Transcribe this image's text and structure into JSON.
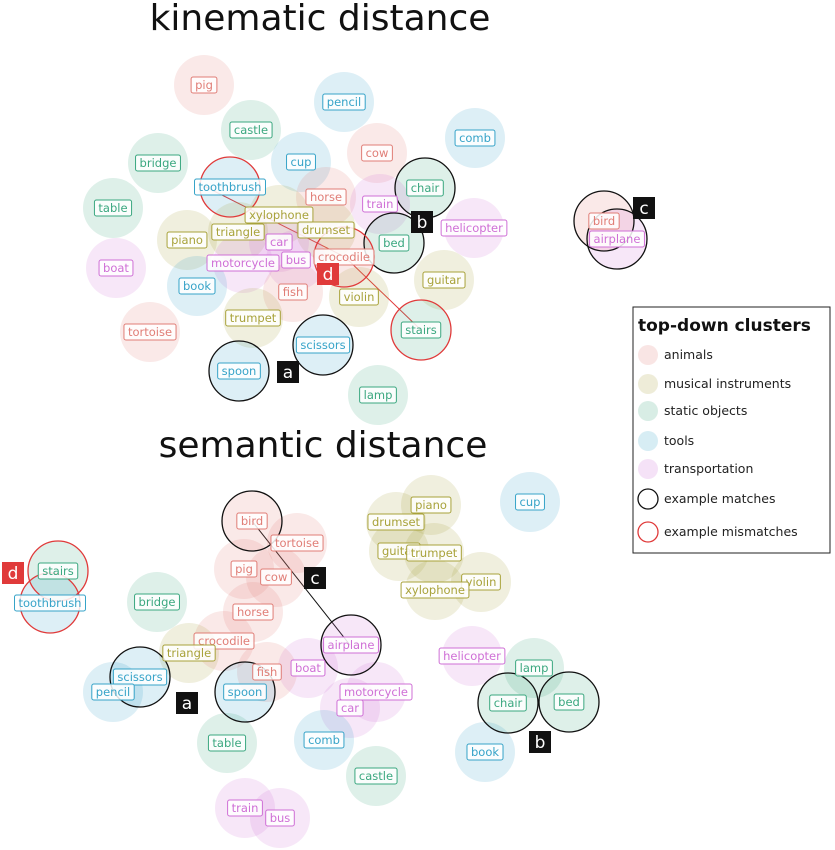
{
  "colors": {
    "animals": "#e07d76",
    "musical": "#a8a23a",
    "static": "#3aa77f",
    "tools": "#36a3c8",
    "transportation": "#cf6fd6",
    "match": "#111111",
    "mismatch": "#e03a3a"
  },
  "panels": [
    {
      "title": "kinematic distance",
      "items": [
        {
          "label": "pig",
          "cat": "animals"
        },
        {
          "label": "pencil",
          "cat": "tools"
        },
        {
          "label": "castle",
          "cat": "static"
        },
        {
          "label": "comb",
          "cat": "tools"
        },
        {
          "label": "cow",
          "cat": "animals"
        },
        {
          "label": "bridge",
          "cat": "static"
        },
        {
          "label": "cup",
          "cat": "tools"
        },
        {
          "label": "toothbrush",
          "cat": "tools",
          "ring": "mismatch"
        },
        {
          "label": "chair",
          "cat": "static",
          "ring": "match"
        },
        {
          "label": "horse",
          "cat": "animals"
        },
        {
          "label": "table",
          "cat": "static"
        },
        {
          "label": "train",
          "cat": "transportation"
        },
        {
          "label": "xylophone",
          "cat": "musical"
        },
        {
          "label": "helicopter",
          "cat": "transportation"
        },
        {
          "label": "drumset",
          "cat": "musical"
        },
        {
          "label": "triangle",
          "cat": "musical"
        },
        {
          "label": "bed",
          "cat": "static",
          "ring": "match"
        },
        {
          "label": "piano",
          "cat": "musical"
        },
        {
          "label": "car",
          "cat": "transportation"
        },
        {
          "label": "crocodile",
          "cat": "animals",
          "ring": "mismatch"
        },
        {
          "label": "boat",
          "cat": "transportation"
        },
        {
          "label": "bus",
          "cat": "transportation"
        },
        {
          "label": "motorcycle",
          "cat": "transportation"
        },
        {
          "label": "guitar",
          "cat": "musical"
        },
        {
          "label": "book",
          "cat": "tools"
        },
        {
          "label": "fish",
          "cat": "animals"
        },
        {
          "label": "violin",
          "cat": "musical"
        },
        {
          "label": "trumpet",
          "cat": "musical"
        },
        {
          "label": "tortoise",
          "cat": "animals"
        },
        {
          "label": "stairs",
          "cat": "static",
          "ring": "mismatch"
        },
        {
          "label": "scissors",
          "cat": "tools",
          "ring": "match"
        },
        {
          "label": "spoon",
          "cat": "tools",
          "ring": "match"
        },
        {
          "label": "lamp",
          "cat": "static"
        },
        {
          "label": "bird",
          "cat": "animals",
          "ring": "match"
        },
        {
          "label": "airplane",
          "cat": "transportation",
          "ring": "match"
        }
      ],
      "markers": [
        {
          "text": "a",
          "kind": "match"
        },
        {
          "text": "b",
          "kind": "match"
        },
        {
          "text": "c",
          "kind": "match"
        },
        {
          "text": "d",
          "kind": "mismatch"
        }
      ]
    },
    {
      "title": "semantic distance",
      "items": [
        {
          "label": "cup",
          "cat": "tools"
        },
        {
          "label": "piano",
          "cat": "musical"
        },
        {
          "label": "drumset",
          "cat": "musical"
        },
        {
          "label": "bird",
          "cat": "animals",
          "ring": "match"
        },
        {
          "label": "tortoise",
          "cat": "animals"
        },
        {
          "label": "guitar",
          "cat": "musical"
        },
        {
          "label": "trumpet",
          "cat": "musical"
        },
        {
          "label": "stairs",
          "cat": "static",
          "ring": "mismatch"
        },
        {
          "label": "pig",
          "cat": "animals"
        },
        {
          "label": "cow",
          "cat": "animals"
        },
        {
          "label": "violin",
          "cat": "musical"
        },
        {
          "label": "xylophone",
          "cat": "musical"
        },
        {
          "label": "toothbrush",
          "cat": "tools",
          "ring": "mismatch"
        },
        {
          "label": "bridge",
          "cat": "static"
        },
        {
          "label": "horse",
          "cat": "animals"
        },
        {
          "label": "airplane",
          "cat": "transportation",
          "ring": "match"
        },
        {
          "label": "crocodile",
          "cat": "animals"
        },
        {
          "label": "triangle",
          "cat": "musical"
        },
        {
          "label": "helicopter",
          "cat": "transportation"
        },
        {
          "label": "lamp",
          "cat": "static"
        },
        {
          "label": "scissors",
          "cat": "tools",
          "ring": "match"
        },
        {
          "label": "boat",
          "cat": "transportation"
        },
        {
          "label": "fish",
          "cat": "animals"
        },
        {
          "label": "pencil",
          "cat": "tools"
        },
        {
          "label": "spoon",
          "cat": "tools",
          "ring": "match"
        },
        {
          "label": "motorcycle",
          "cat": "transportation"
        },
        {
          "label": "chair",
          "cat": "static",
          "ring": "match"
        },
        {
          "label": "bed",
          "cat": "static",
          "ring": "match"
        },
        {
          "label": "car",
          "cat": "transportation"
        },
        {
          "label": "table",
          "cat": "static"
        },
        {
          "label": "comb",
          "cat": "tools"
        },
        {
          "label": "book",
          "cat": "tools"
        },
        {
          "label": "castle",
          "cat": "static"
        },
        {
          "label": "train",
          "cat": "transportation"
        },
        {
          "label": "bus",
          "cat": "transportation"
        }
      ],
      "markers": [
        {
          "text": "c",
          "kind": "match"
        },
        {
          "text": "d",
          "kind": "mismatch"
        },
        {
          "text": "a",
          "kind": "match"
        },
        {
          "text": "b",
          "kind": "match"
        }
      ]
    }
  ],
  "legend": {
    "title": "top-down clusters",
    "entries": [
      {
        "label": "animals",
        "cat": "animals"
      },
      {
        "label": "musical instruments",
        "cat": "musical"
      },
      {
        "label": "static objects",
        "cat": "static"
      },
      {
        "label": "tools",
        "cat": "tools"
      },
      {
        "label": "transportation",
        "cat": "transportation"
      },
      {
        "label": "example matches",
        "ring": "match"
      },
      {
        "label": "example mismatches",
        "ring": "mismatch"
      }
    ]
  }
}
